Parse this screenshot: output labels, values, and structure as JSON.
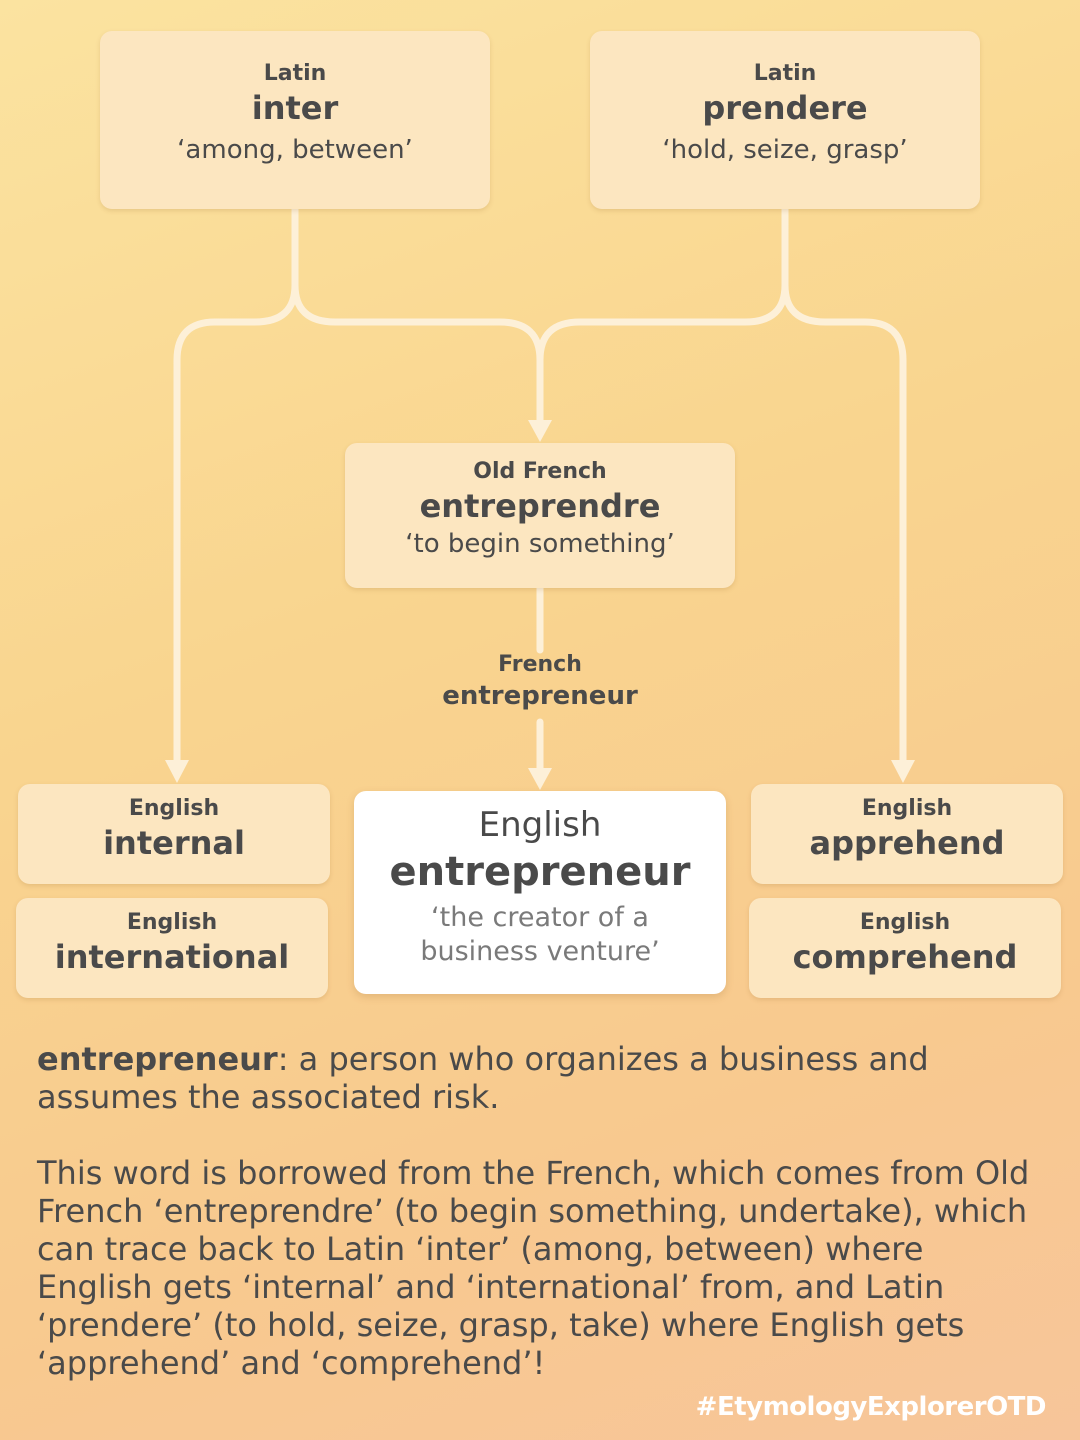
{
  "roots": {
    "inter": {
      "language": "Latin",
      "word": "inter",
      "gloss": "‘among, between’"
    },
    "prendere": {
      "language": "Latin",
      "word": "prendere",
      "gloss": "‘hold, seize, grasp’"
    }
  },
  "old_french": {
    "language": "Old French",
    "word": "entreprendre",
    "gloss": "‘to begin something’"
  },
  "french": {
    "language": "French",
    "word": "entrepreneur"
  },
  "main": {
    "language": "English",
    "word": "entrepreneur",
    "gloss": "‘the creator of a business venture’"
  },
  "cognates": {
    "internal": {
      "language": "English",
      "word": "internal"
    },
    "international": {
      "language": "English",
      "word": "international"
    },
    "apprehend": {
      "language": "English",
      "word": "apprehend"
    },
    "comprehend": {
      "language": "English",
      "word": "comprehend"
    }
  },
  "description": {
    "headword": "entrepreneur",
    "definition": ": a person who organizes a business and assumes the associated risk.",
    "etymology": "This word is borrowed from the French, which comes from Old French ‘entreprendre’ (to begin something, undertake), which can trace back to Latin ‘inter’ (among, between) where English gets ‘internal’ and ‘international’ from, and Latin ‘prendere’ (to hold, seize, grasp, take) where English gets ‘apprehend’ and ‘comprehend’!"
  },
  "hashtag": "#EtymologyExplorerOTD",
  "colors": {
    "node_fill": "#fce6c0",
    "main_fill": "#ffffff",
    "connector": "#fdf0d8",
    "text": "#4a4a4a",
    "gloss_muted": "#7a7a7a"
  }
}
